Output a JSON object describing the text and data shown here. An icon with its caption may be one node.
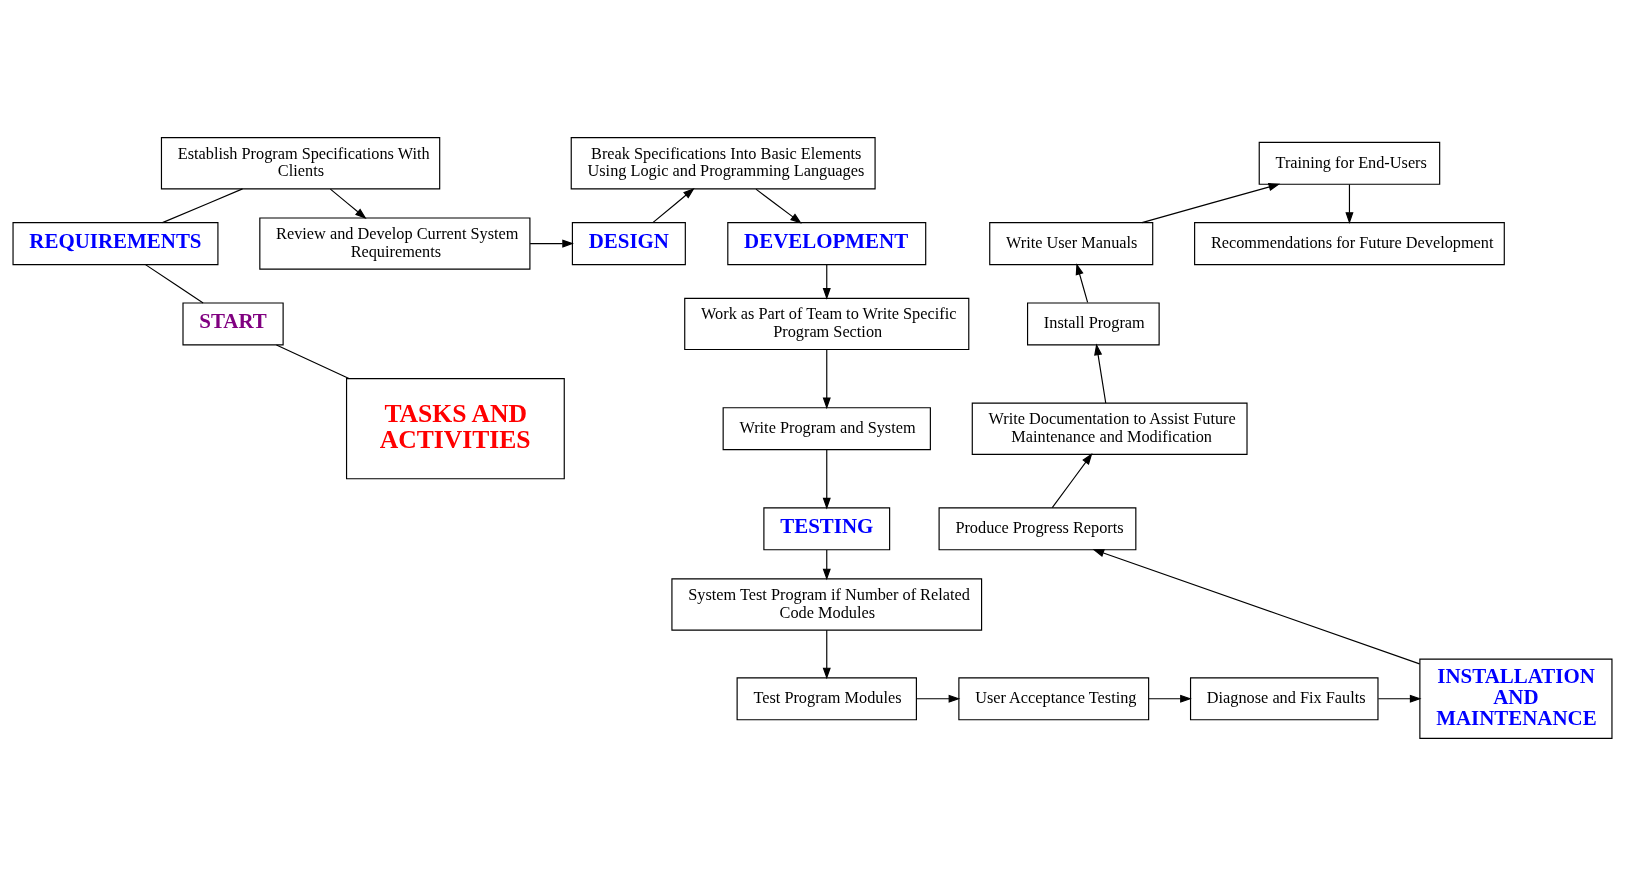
{
  "diagram": {
    "nodes": [
      {
        "text": [
          "TASKS AND ACTIVITIES"
        ]
      },
      {
        "text": [
          "START"
        ]
      },
      {
        "text": [
          "REQUIREMENTS"
        ]
      },
      {
        "text": [
          "Establish Program Specifications With Clients"
        ]
      },
      {
        "text": [
          "Review and Develop Current System Requirements"
        ]
      },
      {
        "text": [
          "DESIGN"
        ]
      },
      {
        "text": [
          "Break Specifications Into Basic Elements Using Logic and Programming Languages"
        ]
      },
      {
        "text": [
          "DEVELOPMENT"
        ]
      },
      {
        "text": [
          "Work as Part of Team to Write Specific Program Section"
        ]
      },
      {
        "text": [
          "Write Program and System"
        ]
      },
      {
        "text": [
          "TESTING"
        ]
      },
      {
        "text": [
          "System Test Program if Number of Related Code Modules"
        ]
      },
      {
        "text": [
          "Test Program Modules"
        ]
      },
      {
        "text": [
          "User Acceptance Testing"
        ]
      },
      {
        "text": [
          "Diagnose and Fix Faults"
        ]
      },
      {
        "text": [
          "INSTALLATION AND MAINTENANCE"
        ]
      },
      {
        "text": [
          "Produce Progress Reports"
        ]
      },
      {
        "text": [
          "Write Documentation to Assist Future Maintenance and Modification"
        ]
      },
      {
        "text": [
          "Install Program"
        ]
      },
      {
        "text": [
          "Write User Manuals"
        ]
      },
      {
        "text": [
          "Training for End-Users"
        ]
      },
      {
        "text": [
          "Recommendations for Future Development"
        ]
      }
    ],
    "edges": [
      {
        "from": 0,
        "to": 1,
        "arrow": "none"
      },
      {
        "from": 1,
        "to": 2,
        "arrow": "none"
      },
      {
        "from": 2,
        "to": 3,
        "arrow": "none"
      },
      {
        "from": 3,
        "to": 4,
        "arrow": "to"
      },
      {
        "from": 4,
        "to": 5,
        "arrow": "to"
      },
      {
        "from": 5,
        "to": 6,
        "arrow": "to"
      },
      {
        "from": 6,
        "to": 7,
        "arrow": "to"
      },
      {
        "from": 7,
        "to": 8,
        "arrow": "to"
      },
      {
        "from": 8,
        "to": 9,
        "arrow": "to"
      },
      {
        "from": 9,
        "to": 10,
        "arrow": "to"
      },
      {
        "from": 10,
        "to": 11,
        "arrow": "to"
      },
      {
        "from": 11,
        "to": 12,
        "arrow": "to"
      },
      {
        "from": 12,
        "to": 13,
        "arrow": "to"
      },
      {
        "from": 13,
        "to": 14,
        "arrow": "to"
      },
      {
        "from": 14,
        "to": 15,
        "arrow": "to"
      },
      {
        "from": 15,
        "to": 16,
        "arrow": "to"
      },
      {
        "from": 16,
        "to": 17,
        "arrow": "to"
      },
      {
        "from": 17,
        "to": 18,
        "arrow": "to"
      },
      {
        "from": 18,
        "to": 19,
        "arrow": "to"
      },
      {
        "from": 19,
        "to": 20,
        "arrow": "to"
      },
      {
        "from": 20,
        "to": 21,
        "arrow": "to"
      }
    ]
  }
}
